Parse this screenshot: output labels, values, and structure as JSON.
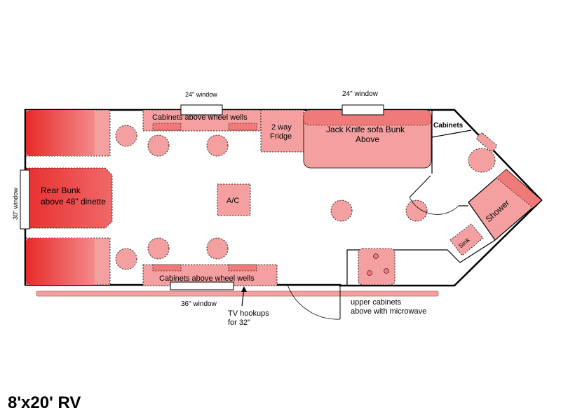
{
  "title": "8'x20' RV",
  "labels": {
    "window_top_left": "24\" window",
    "window_top_right": "24\" window",
    "window_rear": "30\" window",
    "window_bottom": "36\" window",
    "cabinets_top": "Cabinets above wheel wells",
    "cabinets_bottom": "Cabinets above wheel wells",
    "fridge_line1": "2 way",
    "fridge_line2": "Fridge",
    "sofa_line1": "Jack Knife sofa Bunk",
    "sofa_line2": "Above",
    "cabinets_front": "Cabinets",
    "rear_bunk_line1": "Rear Bunk",
    "rear_bunk_line2": "above 48\" dinette",
    "ac": "A/C",
    "shower": "Shower",
    "sink": "Sink",
    "tv_line1": "TV hookups",
    "tv_line2": "for 32\"",
    "upper_cab_line1": "upper cabinets",
    "upper_cab_line2": "above with microwave"
  },
  "colors": {
    "fill_light": "#f4a0a0",
    "fill_mid": "#f07a7a",
    "fill_strong": "#e83a3a",
    "outline": "#000000"
  }
}
